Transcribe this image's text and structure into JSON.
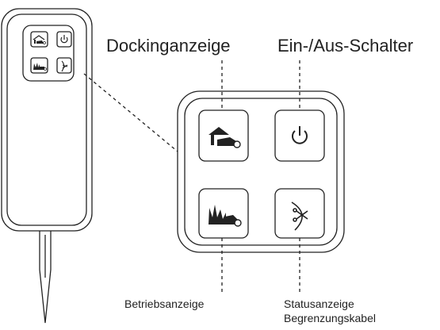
{
  "labels": {
    "docking": "Dockinganzeige",
    "power": "Ein-/Aus-Schalter",
    "operation": "Betriebsanzeige",
    "status_line1": "Statusanzeige",
    "status_line2": "Begrenzungskabel"
  },
  "icons": {
    "docking": "docking-station-mower-icon",
    "power": "power-icon",
    "operation": "grass-mower-icon",
    "status": "boundary-wire-scissors-icon"
  },
  "colors": {
    "line": "#222222",
    "fill": "#ffffff"
  }
}
